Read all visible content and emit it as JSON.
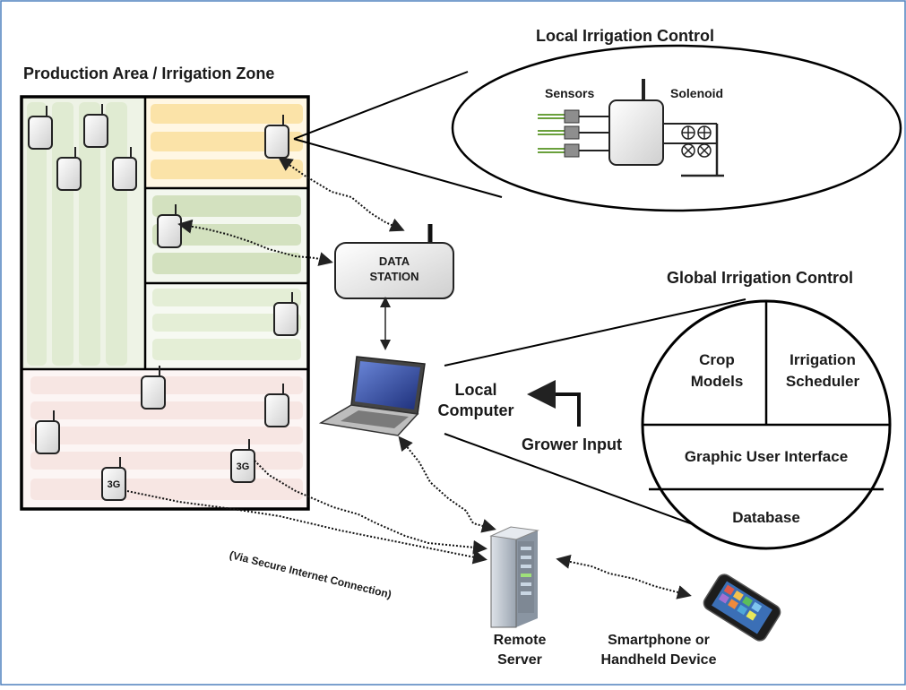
{
  "titles": {
    "production_area": "Production Area / Irrigation Zone",
    "local_control": "Local Irrigation Control",
    "global_control": "Global Irrigation Control"
  },
  "local_control": {
    "sensors_label": "Sensors",
    "solenoid_label": "Solenoid"
  },
  "data_station": {
    "line1": "DATA",
    "line2": "STATION"
  },
  "local_computer": {
    "line1": "Local",
    "line2": "Computer"
  },
  "grower_input": "Grower Input",
  "global_sections": {
    "crop_models_line1": "Crop",
    "crop_models_line2": "Models",
    "scheduler_line1": "Irrigation",
    "scheduler_line2": "Scheduler",
    "gui": "Graphic User Interface",
    "database": "Database"
  },
  "node_3g_label": "3G",
  "secure_connection": "(Via Secure Internet Connection)",
  "remote_server": {
    "line1": "Remote",
    "line2": "Server"
  },
  "smartphone": {
    "line1": "Smartphone or",
    "line2": "Handheld Device"
  },
  "colors": {
    "zone_green_light": "#e8f0dc",
    "zone_yellow": "#fbe3a8",
    "zone_green": "#d3e1bf",
    "zone_green_pale": "#e4eed6",
    "zone_pink": "#f7e9e7",
    "frame_blue": "#4f81bd"
  }
}
